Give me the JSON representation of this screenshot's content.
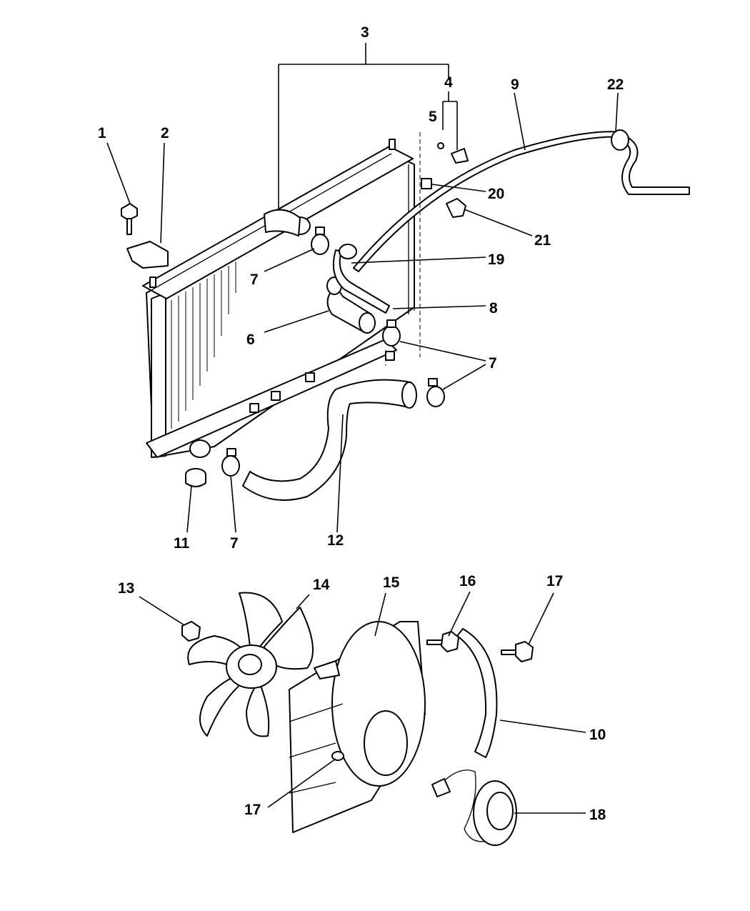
{
  "callouts": {
    "c1": "1",
    "c2": "2",
    "c3": "3",
    "c4": "4",
    "c5": "5",
    "c6": "6",
    "c7a": "7",
    "c7b": "7",
    "c7c": "7",
    "c8": "8",
    "c9": "9",
    "c10": "10",
    "c11": "11",
    "c12": "12",
    "c13": "13",
    "c14": "14",
    "c15": "15",
    "c16": "16",
    "c17a": "17",
    "c17b": "17",
    "c18": "18",
    "c19": "19",
    "c20": "20",
    "c21": "21",
    "c22": "22"
  }
}
